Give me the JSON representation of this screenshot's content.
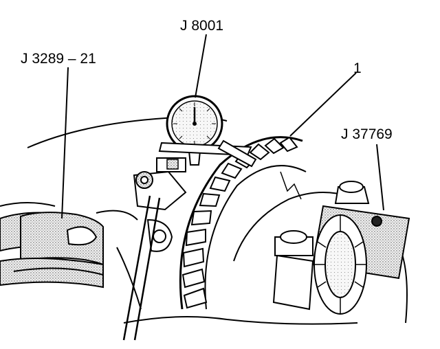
{
  "labels": {
    "dial_indicator": "J 8001",
    "holding_fixture": "J 3289 – 21",
    "ring_gear_callout": "1",
    "adapter": "J 37769"
  }
}
